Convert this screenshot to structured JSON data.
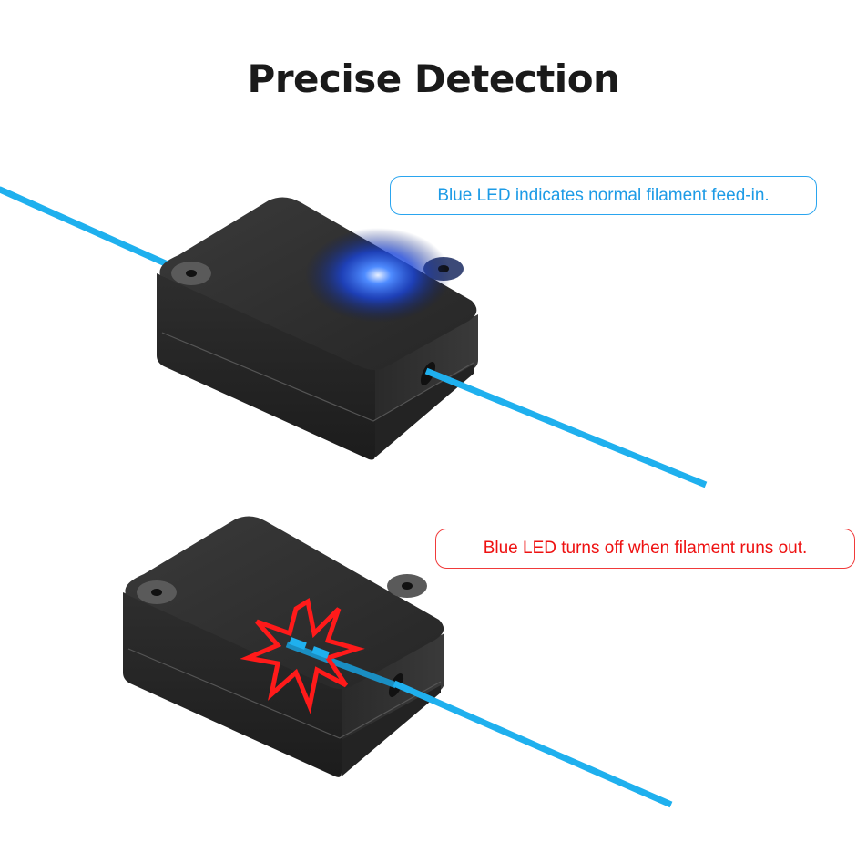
{
  "header": {
    "title": "Precise Detection"
  },
  "panels": [
    {
      "state": "filament-present",
      "callout": "Blue LED indicates normal filament feed-in.",
      "callout_color": "#1d9be6",
      "led": "on"
    },
    {
      "state": "filament-runout",
      "callout": "Blue LED turns off when filament runs out.",
      "callout_color": "#ee1111",
      "led": "off",
      "icon": "burst-icon"
    }
  ],
  "colors": {
    "filament": "#1fb0ee",
    "device_body": "#2b2b2b",
    "led": "#2a5cff",
    "burst": "#ff1a1a"
  }
}
